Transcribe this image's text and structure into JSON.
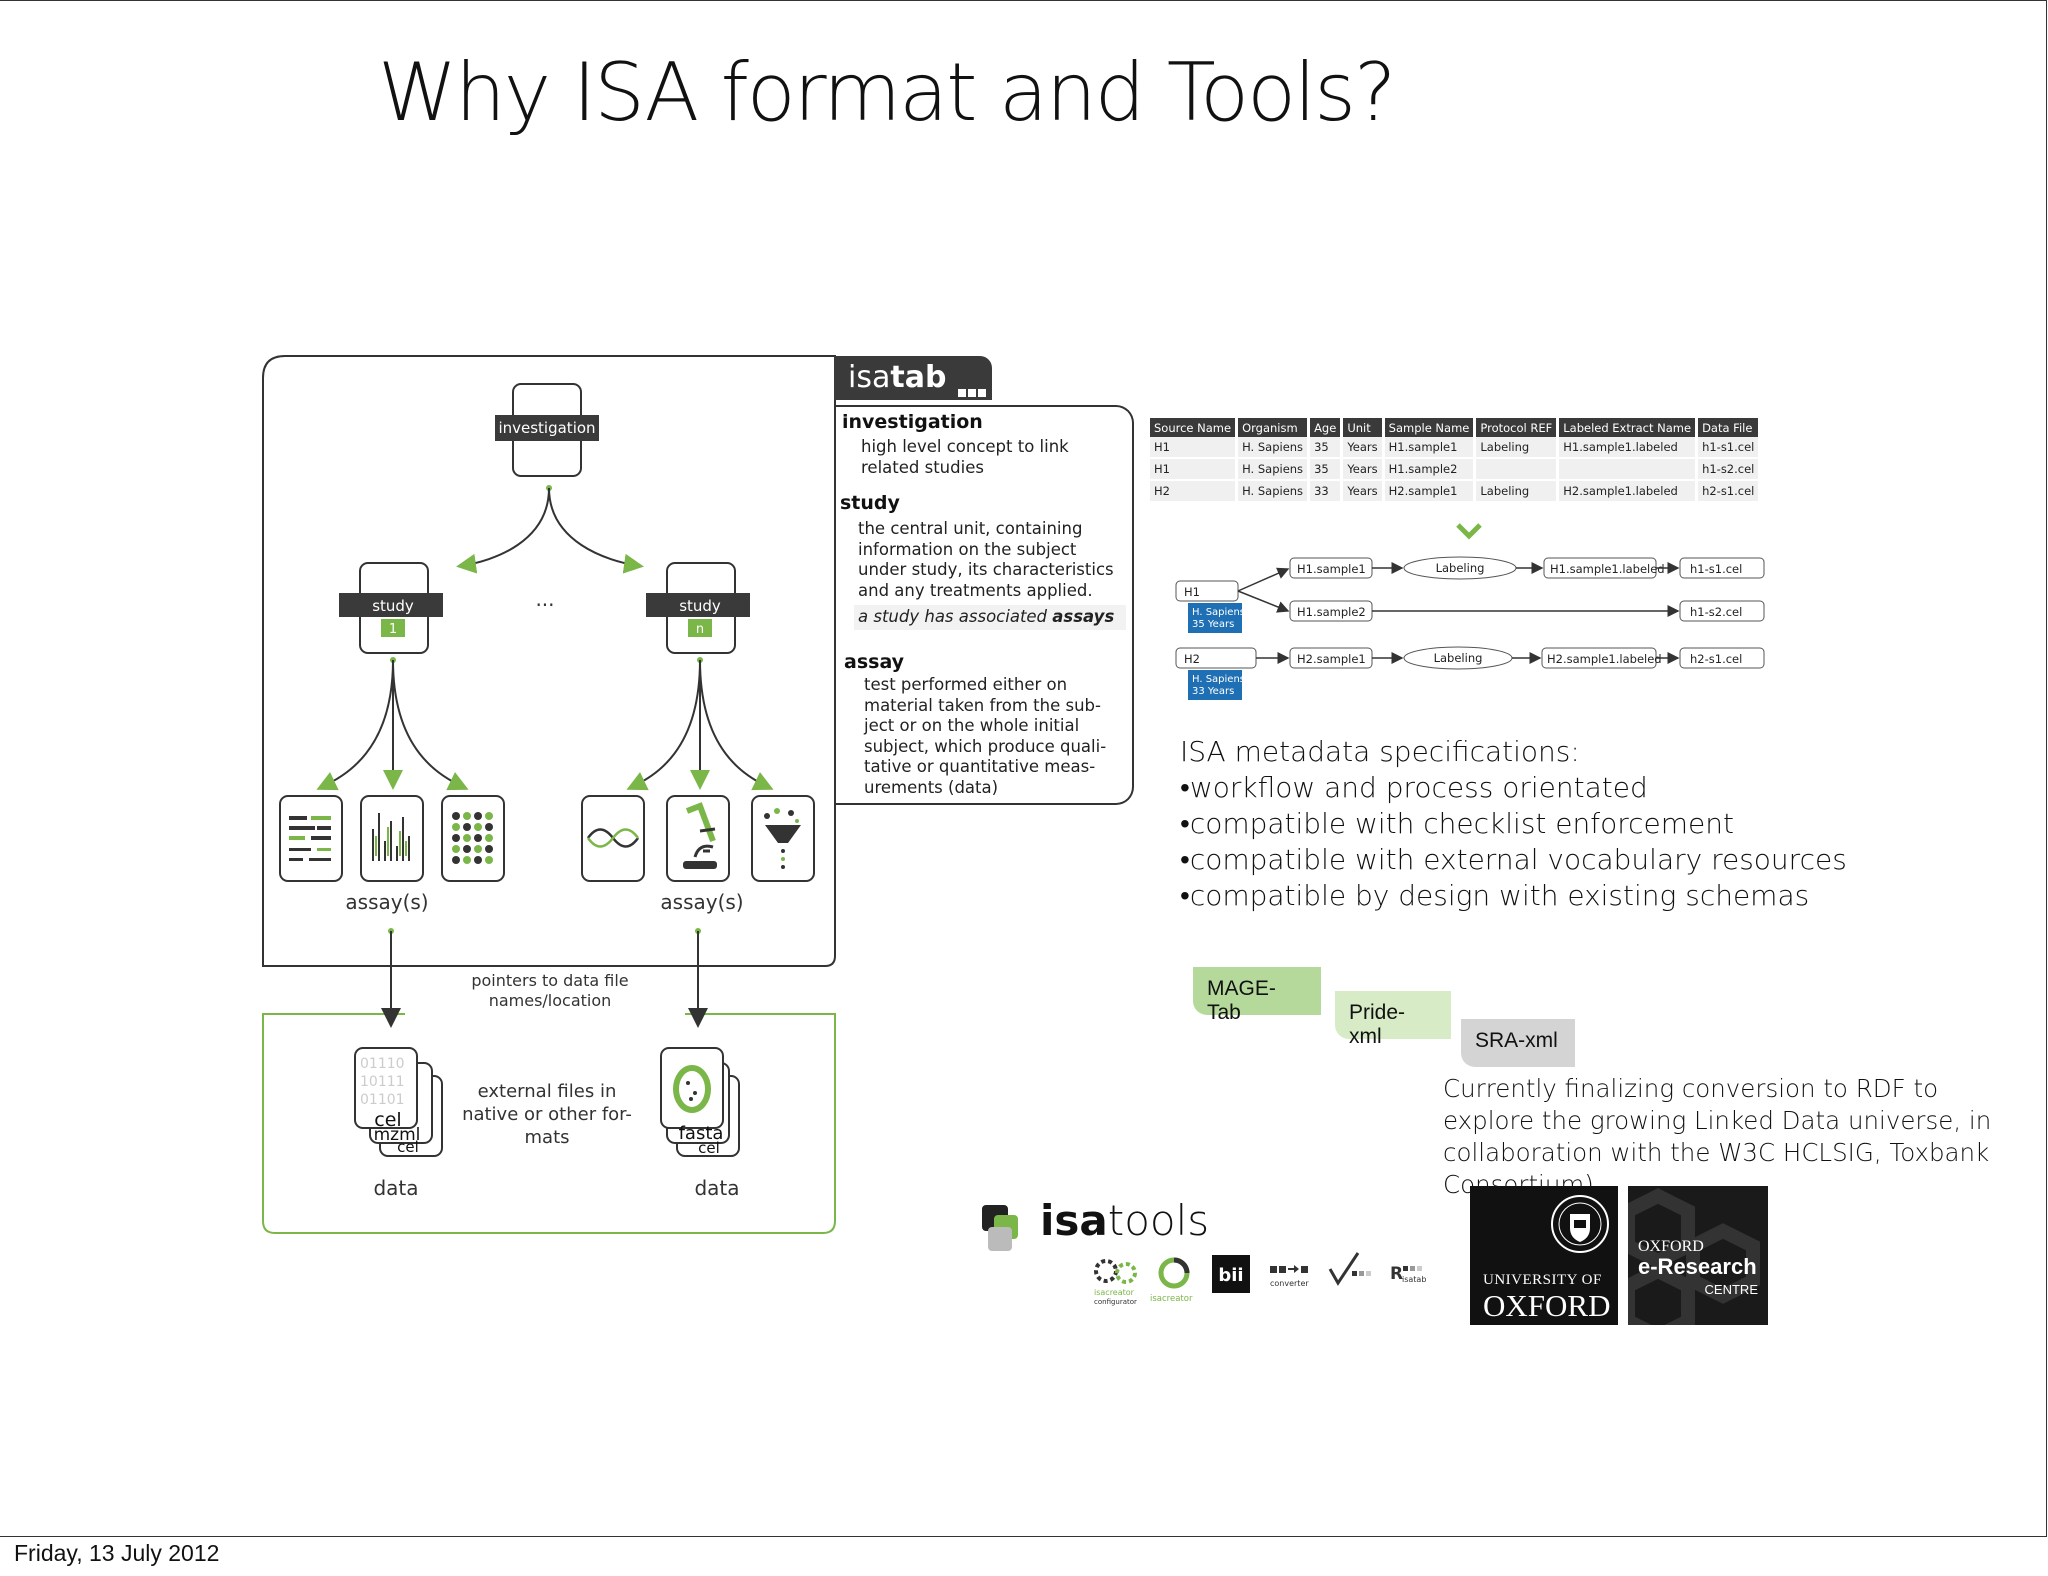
{
  "title": "Why ISA format and Tools?",
  "footer_date": "Friday, 13 July 2012",
  "diagram": {
    "investigation_label": "investigation",
    "study_label": "study",
    "study_1_num": "1",
    "study_n_num": "n",
    "ellipsis": "...",
    "assays_label": "assay(s)",
    "pointers_text": "pointers to data file names/location",
    "external_files_text": "external files in native or other for-mats",
    "data_label": "data",
    "file_labels_left": [
      "cel",
      "mzml",
      "cel"
    ],
    "file_labels_right": [
      "fasta",
      "cel"
    ],
    "binary_text": "01110"
  },
  "isatab": {
    "tab_prefix": "isa",
    "tab_bold": "tab",
    "investigation_term": "investigation",
    "investigation_def": "high level concept to link related studies",
    "study_term": "study",
    "study_def": "the central unit, containing information on the subject under study, its characteristics and any treatments applied.",
    "study_note_prefix": "a study has associated ",
    "study_note_bold": "assays",
    "assay_term": "assay",
    "assay_def": "test performed either on material taken from the sub-ject or on the whole initial subject, which produce quali-tative or quantitative meas-urements (data)"
  },
  "sample_table": {
    "columns": [
      "Source Name",
      "Organism",
      "Age",
      "Unit",
      "Sample Name",
      "Protocol REF",
      "Labeled Extract Name",
      "Data File"
    ],
    "rows": [
      [
        "H1",
        "H. Sapiens",
        "35",
        "Years",
        "H1.sample1",
        "Labeling",
        "H1.sample1.labeled",
        "h1-s1.cel"
      ],
      [
        "H1",
        "H. Sapiens",
        "35",
        "Years",
        "H1.sample2",
        "",
        "",
        "h1-s2.cel"
      ],
      [
        "H2",
        "H. Sapiens",
        "33",
        "Years",
        "H2.sample1",
        "Labeling",
        "H2.sample1.labeled",
        "h2-s1.cel"
      ]
    ]
  },
  "flow": {
    "h1": "H1",
    "h1_badge": [
      "H. Sapiens",
      "35  Years"
    ],
    "h1_sample1": "H1.sample1",
    "h1_sample2": "H1.sample2",
    "labeling": "Labeling",
    "h1_labeled": "H1.sample1.labeled",
    "h1_s1": "h1-s1.cel",
    "h1_s2": "h1-s2.cel",
    "h2": "H2",
    "h2_badge": [
      "H. Sapiens",
      "33  Years"
    ],
    "h2_sample1": "H2.sample1",
    "h2_labeled": "H2.sample1.labeled",
    "h2_s1": "h2-s1.cel"
  },
  "spec": {
    "heading": "ISA metadata specifications:",
    "items": [
      "workflow and process orientated",
      "compatible with checklist enforcement",
      "compatible with external vocabulary resources",
      "compatible by design with existing schemas"
    ]
  },
  "formats": {
    "mage_tab": "MAGE-Tab",
    "pride_xml": "Pride-xml",
    "sra_xml": "SRA-xml"
  },
  "rdf_text": "Currently finalizing conversion to RDF to explore the growing Linked Data universe, in collaboration with the W3C HCLSIG, Toxbank Consortium)",
  "logos": {
    "isatools_prefix": "isa",
    "isatools_suffix": "tools",
    "isacreator_configurator": [
      "isacreator",
      "configurator"
    ],
    "isacreator": "isacreator",
    "bii": "bii",
    "converter": "converter",
    "risatab": "isatab",
    "risatab_r": "R",
    "oxford_small": "UNIVERSITY OF",
    "oxford_big": "OXFORD",
    "oerc_top": "OXFORD",
    "oerc_mid": "e-Research",
    "oerc_bottom": "CENTRE"
  },
  "colors": {
    "green": "#7ab648",
    "dark": "#3a3a3a",
    "blue_badge": "#1f6fb5",
    "mage_bg": "#b5d99b",
    "pride_bg": "#d6ebc6",
    "sra_bg": "#d4d4d4"
  }
}
